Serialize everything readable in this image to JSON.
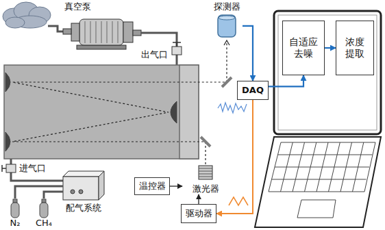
{
  "diagram": {
    "nodes": [
      {
        "text": [
          "真空泵"
        ]
      },
      {
        "text": [
          "探测器"
        ]
      },
      {
        "text": [
          "DAQ"
        ]
      },
      {
        "text": [
          "自适应 去噪"
        ]
      },
      {
        "text": [
          "浓度 提取"
        ]
      },
      {
        "text": [
          "温控器"
        ]
      },
      {
        "text": [
          "激光器"
        ]
      },
      {
        "text": [
          "驱动器"
        ]
      },
      {
        "text": [
          "配气系统"
        ]
      },
      {
        "text": [
          "N₂"
        ]
      },
      {
        "text": [
          "CH₄"
        ]
      }
    ],
    "edges": [
      {
        "from": 1,
        "to": 2,
        "arrow": "to"
      },
      {
        "from": 2,
        "to": 3,
        "arrow": "to"
      },
      {
        "from": 3,
        "to": 4,
        "arrow": "to"
      },
      {
        "from": 2,
        "to": 7,
        "arrow": "to"
      },
      {
        "from": 5,
        "to": 6,
        "arrow": "to"
      },
      {
        "from": 7,
        "to": 6,
        "arrow": "to"
      },
      {
        "from": 9,
        "to": 8,
        "arrow": "none"
      },
      {
        "from": 10,
        "to": 8,
        "arrow": "none"
      }
    ],
    "labels": [
      "出气口",
      "进气口"
    ]
  }
}
